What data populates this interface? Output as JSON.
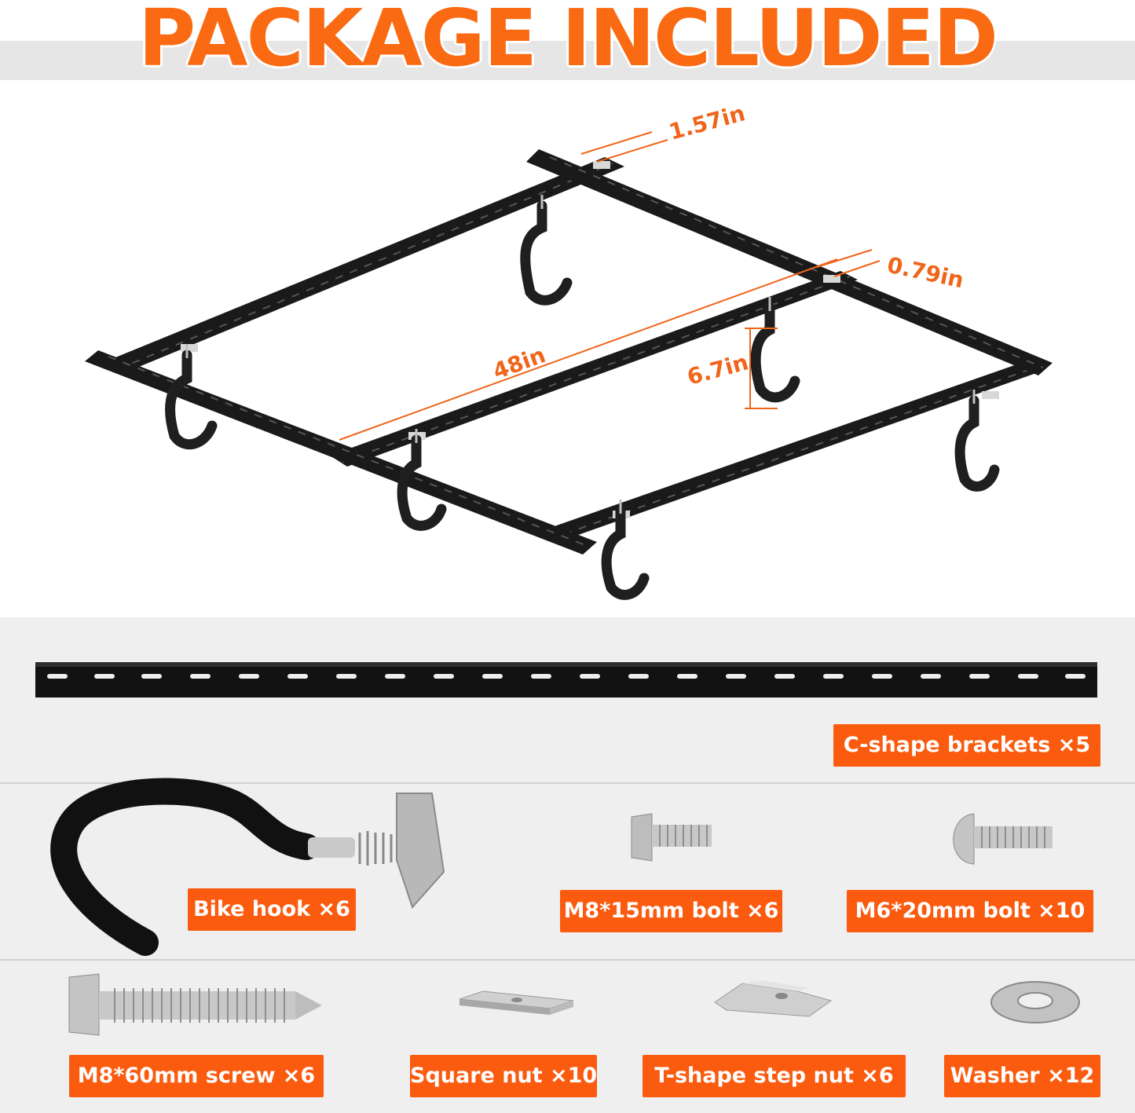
{
  "title": "PACKAGE INCLUDED",
  "dimensions": {
    "bracket_width": "1.57in",
    "bracket_depth": "0.79in",
    "rail_length": "48in",
    "hook_drop": "6.7in"
  },
  "parts": {
    "c_bracket": "C-shape brackets ×5",
    "bike_hook": "Bike hook ×6",
    "m8_15_bolt": "M8*15mm bolt ×6",
    "m6_20_bolt": "M6*20mm bolt ×10",
    "m8_60_screw": "M8*60mm screw ×6",
    "square_nut": "Square nut ×10",
    "t_step_nut": "T-shape step nut ×6",
    "washer": "Washer ×12"
  },
  "colors": {
    "accent": "#fa5b0f",
    "rail": "#141414",
    "background": "#efefef"
  }
}
